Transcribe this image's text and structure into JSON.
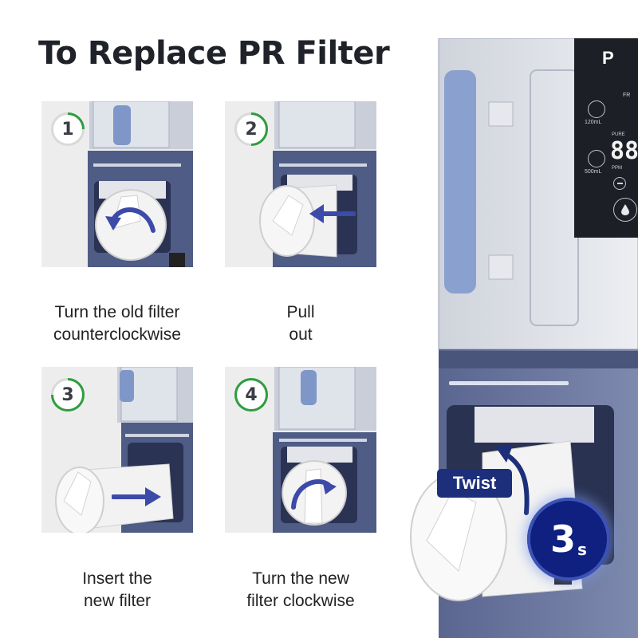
{
  "title": "To Replace PR Filter",
  "steps": [
    {
      "number": "1",
      "caption_line1": "Turn the old filter",
      "caption_line2": "counterclockwise"
    },
    {
      "number": "2",
      "caption_line1": "Pull",
      "caption_line2": "out"
    },
    {
      "number": "3",
      "caption_line1": "Insert the",
      "caption_line2": "new filter"
    },
    {
      "number": "4",
      "caption_line1": "Turn the new",
      "caption_line2": "filter clockwise"
    }
  ],
  "hero": {
    "twist_label": "Twist",
    "time_value": "3",
    "time_unit": "s",
    "brand_partial": "P",
    "display_digits": "88",
    "display_labels": {
      "small_cup": "120mL",
      "large_cup": "500mL",
      "pure": "PURE",
      "ppm": "PPM",
      "fr": "FR"
    }
  },
  "colors": {
    "accent_green": "#2e9e3e",
    "device_blue": "#4f5c86",
    "arrow_blue": "#3c4aa8",
    "badge_navy": "#1d2f7a"
  },
  "icons": [
    "rotate-ccw-arrow-icon",
    "pull-arrow-icon",
    "insert-arrow-icon",
    "rotate-cw-arrow-icon",
    "twist-arrow-icon",
    "water-drop-icon",
    "minus-icon"
  ]
}
